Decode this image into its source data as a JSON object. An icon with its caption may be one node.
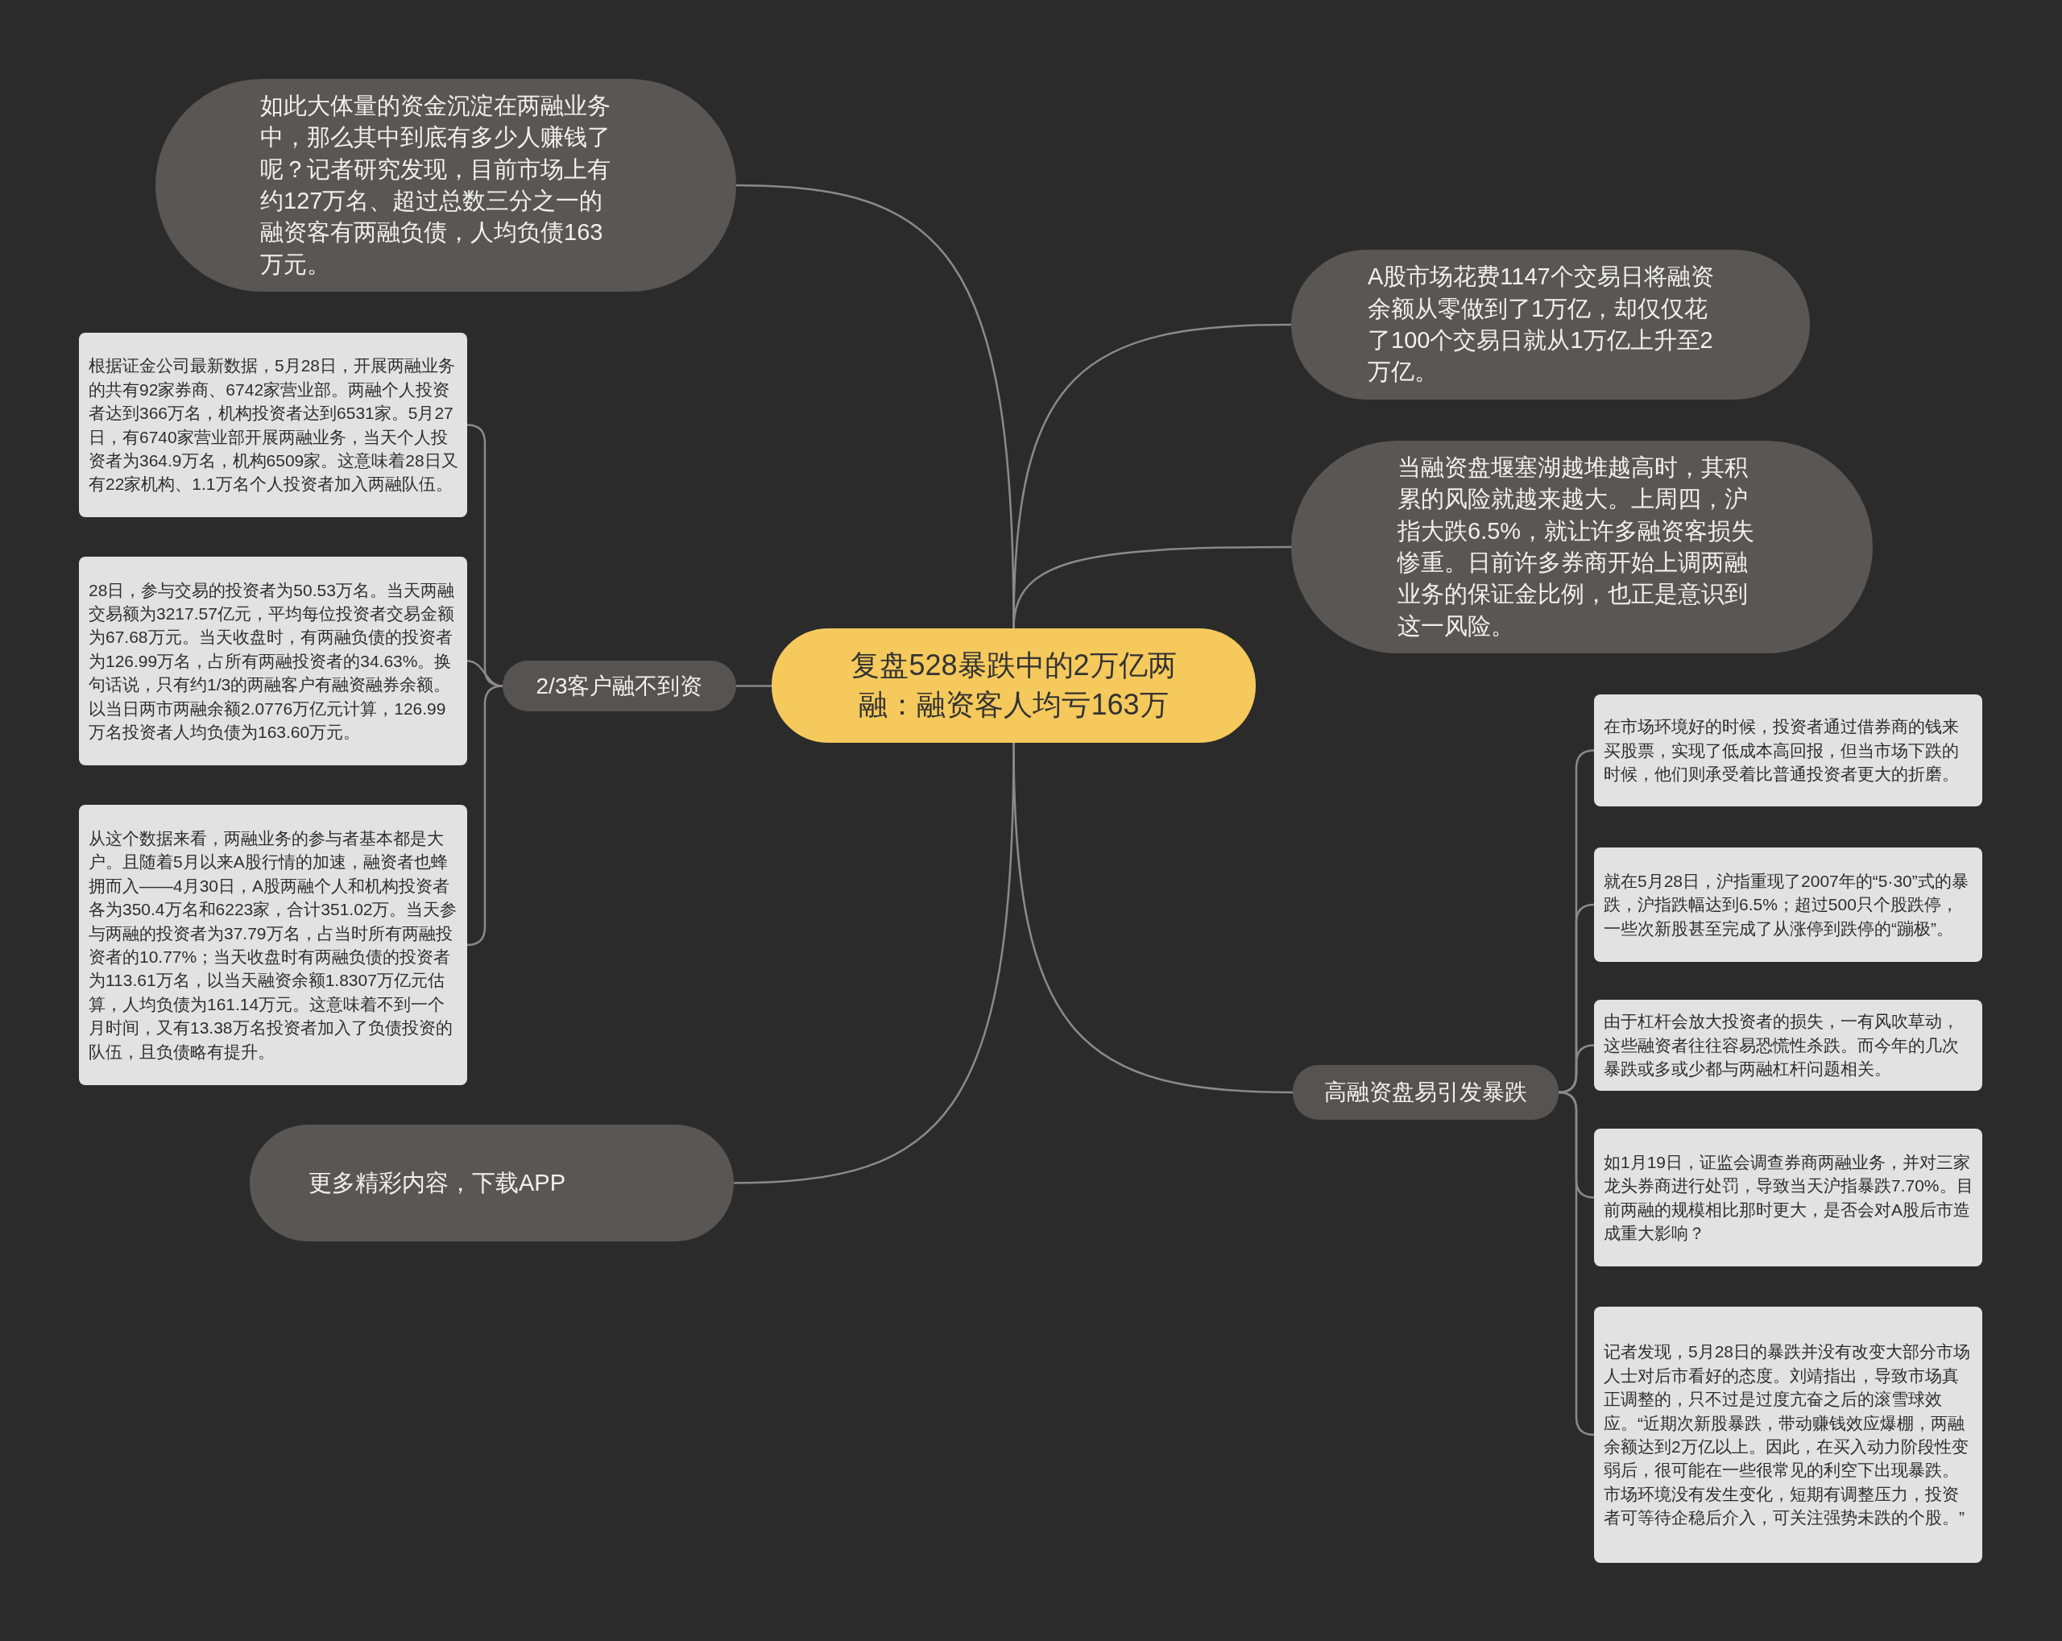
{
  "diagram": {
    "nodes": [
      {
        "text": [
          "复盘528暴跌中的2万亿两融：融资客人均亏163万"
        ]
      },
      {
        "text": [
          "如此大体量的资金沉淀在两融业务中，那么其中到底有多少人赚钱了呢？记者研究发现，目前市场上有约127万名、超过总数三分之一的融资客有两融负债，人均负债163万元。"
        ]
      },
      {
        "text": [
          "A股市场花费1147个交易日将融资余额从零做到了1万亿，却仅仅花了100个交易日就从1万亿上升至2万亿。"
        ]
      },
      {
        "text": [
          "当融资盘堰塞湖越堆越高时，其积累的风险就越来越大。上周四，沪指大跌6.5%，就让许多融资客损失惨重。日前许多券商开始上调两融业务的保证金比例，也正是意识到这一风险。"
        ]
      },
      {
        "text": [
          "2/3客户融不到资"
        ]
      },
      {
        "text": [
          "根据证金公司最新数据，5月28日，开展两融业务的共有92家券商、6742家营业部。两融个人投资者达到366万名，机构投资者达到6531家。5月27日，有6740家营业部开展两融业务，当天个人投资者为364.9万名，机构6509家。这意味着28日又有22家机构、1.1万名个人投资者加入两融队伍。"
        ]
      },
      {
        "text": [
          "28日，参与交易的投资者为50.53万名。当天两融交易额为3217.57亿元，平均每位投资者交易金额为67.68万元。当天收盘时，有两融负债的投资者为126.99万名，占所有两融投资者的34.63%。换句话说，只有约1/3的两融客户有融资融券余额。以当日两市两融余额2.0776万亿元计算，126.99万名投资者人均负债为163.60万元。"
        ]
      },
      {
        "text": [
          "从这个数据来看，两融业务的参与者基本都是大户。且随着5月以来A股行情的加速，融资者也蜂拥而入——4月30日，A股两融个人和机构投资者各为350.4万名和6223家，合计351.02万。当天参与两融的投资者为37.79万名，占当时所有两融投资者的10.77%；当天收盘时有两融负债的投资者为113.61万名，以当天融资余额1.8307万亿元估算，人均负债为161.14万元。这意味着不到一个月时间，又有13.38万名投资者加入了负债投资的队伍，且负债略有提升。"
        ]
      },
      {
        "text": [
          "更多精彩内容，下载APP"
        ]
      },
      {
        "text": [
          "高融资盘易引发暴跌"
        ]
      },
      {
        "text": [
          "在市场环境好的时候，投资者通过借券商的钱来买股票，实现了低成本高回报，但当市场下跌的时候，他们则承受着比普通投资者更大的折磨。"
        ]
      },
      {
        "text": [
          "就在5月28日，沪指重现了2007年的“5·30”式的暴跌，沪指跌幅达到6.5%；超过500只个股跌停，一些次新股甚至完成了从涨停到跌停的“蹦极”。"
        ]
      },
      {
        "text": [
          "由于杠杆会放大投资者的损失，一有风吹草动，这些融资者往往容易恐慌性杀跌。而今年的几次暴跌或多或少都与两融杠杆问题相关。"
        ]
      },
      {
        "text": [
          "如1月19日，证监会调查券商两融业务，并对三家龙头券商进行处罚，导致当天沪指暴跌7.70%。目前两融的规模相比那时更大，是否会对A股后市造成重大影响？"
        ]
      },
      {
        "text": [
          "记者发现，5月28日的暴跌并没有改变大部分市场人士对后市看好的态度。刘靖指出，导致市场真正调整的，只不过是过度亢奋之后的滚雪球效应。“近期次新股暴跌，带动赚钱效应爆棚，两融余额达到2万亿以上。因此，在买入动力阶段性变弱后，很可能在一些很常见的利空下出现暴跌。市场环境没有发生变化，短期有调整压力，投资者可等待企稳后介入，可关注强势未跌的个股。”"
        ]
      }
    ],
    "edges": [
      {
        "from": 0,
        "to": 1,
        "arrow": "none"
      },
      {
        "from": 0,
        "to": 2,
        "arrow": "none"
      },
      {
        "from": 0,
        "to": 3,
        "arrow": "none"
      },
      {
        "from": 0,
        "to": 4,
        "arrow": "none"
      },
      {
        "from": 4,
        "to": 5,
        "arrow": "none"
      },
      {
        "from": 4,
        "to": 6,
        "arrow": "none"
      },
      {
        "from": 4,
        "to": 7,
        "arrow": "none"
      },
      {
        "from": 0,
        "to": 8,
        "arrow": "none"
      },
      {
        "from": 0,
        "to": 9,
        "arrow": "none"
      },
      {
        "from": 9,
        "to": 10,
        "arrow": "none"
      },
      {
        "from": 9,
        "to": 11,
        "arrow": "none"
      },
      {
        "from": 9,
        "to": 12,
        "arrow": "none"
      },
      {
        "from": 9,
        "to": 13,
        "arrow": "none"
      },
      {
        "from": 9,
        "to": 14,
        "arrow": "none"
      }
    ]
  }
}
